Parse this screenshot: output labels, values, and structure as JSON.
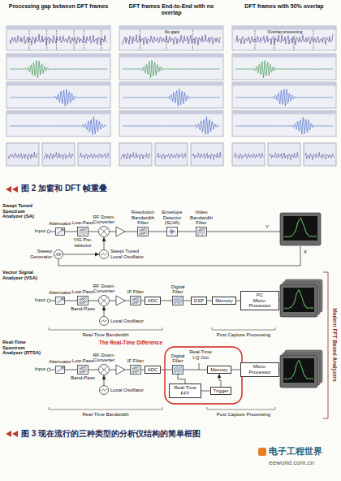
{
  "diagram": {
    "caption": "图 3 现在流行的三种类型的分析仪结构的简单框图",
    "nodes": [
      {
        "text": [
          "Attenuator"
        ]
      },
      {
        "text": [
          "Low-Pass",
          "YIG Pre-selector"
        ]
      },
      {
        "text": [
          "RF Down-Converter"
        ]
      },
      {
        "text": [
          "Resolution Bandwidth Filter"
        ]
      },
      {
        "text": [
          "Envelope Detector (SLVA)"
        ]
      },
      {
        "text": [
          "Video Bandwidth Filter"
        ]
      },
      {
        "text": [
          "Swept Tuned Local Oscillator"
        ]
      },
      {
        "text": [
          "Sweep Generator"
        ]
      },
      {
        "text": [
          "Attenuator"
        ]
      },
      {
        "text": [
          "Low-Pass",
          "Band-Pass"
        ]
      },
      {
        "text": [
          "RF Down-Converter"
        ]
      },
      {
        "text": [
          "IF Filter"
        ]
      },
      {
        "text": [
          "ADC"
        ]
      },
      {
        "text": [
          "Digital Filter"
        ]
      },
      {
        "text": [
          "DSP"
        ]
      },
      {
        "text": [
          "Memory"
        ]
      },
      {
        "text": [
          "PC",
          "Micro-Processor"
        ]
      },
      {
        "text": [
          "Local Oscillator"
        ]
      },
      {
        "text": [
          "Attenuator"
        ]
      },
      {
        "text": [
          "Low-Pass",
          "Band-Pass"
        ]
      },
      {
        "text": [
          "RF Down-Converter"
        ]
      },
      {
        "text": [
          "IF Filter"
        ]
      },
      {
        "text": [
          "ADC"
        ]
      },
      {
        "text": [
          "Digital Filter"
        ]
      },
      {
        "text": [
          "Memory"
        ]
      },
      {
        "text": [
          "Micro-Processor"
        ]
      },
      {
        "text": [
          "Real-Time FFT"
        ]
      },
      {
        "text": [
          "Trigger"
        ]
      },
      {
        "text": [
          "Local Oscillator"
        ]
      }
    ],
    "edges": [
      {
        "from": 0,
        "to": 1,
        "arrow": "none"
      },
      {
        "from": 1,
        "to": 2,
        "arrow": "none"
      },
      {
        "from": 2,
        "to": 3,
        "arrow": "none"
      },
      {
        "from": 3,
        "to": 4,
        "arrow": "none"
      },
      {
        "from": 4,
        "to": 5,
        "arrow": "none"
      },
      {
        "from": 7,
        "to": 6,
        "arrow": "to"
      },
      {
        "from": 6,
        "to": 2,
        "arrow": "to"
      },
      {
        "from": 8,
        "to": 9,
        "arrow": "none"
      },
      {
        "from": 9,
        "to": 10,
        "arrow": "none"
      },
      {
        "from": 10,
        "to": 11,
        "arrow": "none"
      },
      {
        "from": 11,
        "to": 12,
        "arrow": "none"
      },
      {
        "from": 12,
        "to": 13,
        "arrow": "none"
      },
      {
        "from": 13,
        "to": 14,
        "arrow": "none"
      },
      {
        "from": 14,
        "to": 15,
        "arrow": "none"
      },
      {
        "from": 15,
        "to": 16,
        "arrow": "none"
      },
      {
        "from": 17,
        "to": 10,
        "arrow": "to"
      },
      {
        "from": 18,
        "to": 19,
        "arrow": "none"
      },
      {
        "from": 19,
        "to": 20,
        "arrow": "none"
      },
      {
        "from": 20,
        "to": 21,
        "arrow": "none"
      },
      {
        "from": 21,
        "to": 22,
        "arrow": "none"
      },
      {
        "from": 22,
        "to": 23,
        "arrow": "none"
      },
      {
        "from": 23,
        "to": 24,
        "arrow": "none"
      },
      {
        "from": 24,
        "to": 25,
        "arrow": "none"
      },
      {
        "from": 23,
        "to": 26,
        "arrow": "none"
      },
      {
        "from": 26,
        "to": 27,
        "arrow": "none"
      },
      {
        "from": 27,
        "to": 24,
        "arrow": "to"
      },
      {
        "from": 28,
        "to": 20,
        "arrow": "to"
      }
    ],
    "labels": [
      "Processing gap between DFT frames",
      "DFT frames End-to-End with no overlap",
      "DFT frames with 50% overlap",
      "No gaps",
      "Overlap processing",
      "图 2 加窗和 DFT 帧重叠",
      "Swept Tuned Spectrum Analyzer (SA)",
      "Input",
      "Y",
      "X",
      "Vector Signal Analyzer (VSA)",
      "Input",
      "Real-Time Bandwidth",
      "Post Capture Processing",
      "Real-Time Spectrum Analyzer (RTSA)",
      "Input",
      "The Real-Time Difference",
      "Real-Time I-Q Out",
      "Real-Time Bandwidth",
      "Post Capture Processing",
      "Modern FFT Based Analyzers",
      "电子工程世界",
      "eeworld.com.cn"
    ]
  }
}
